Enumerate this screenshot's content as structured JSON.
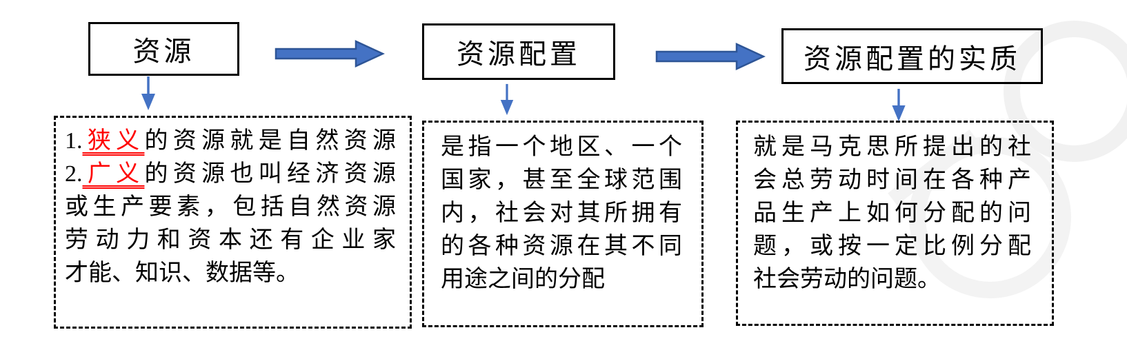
{
  "diagram": {
    "top_boxes": [
      {
        "label": "资源"
      },
      {
        "label": "资源配置"
      },
      {
        "label": "资源配置的实质"
      }
    ],
    "detail_boxes": [
      {
        "lines": [
          [
            {
              "t": "1."
            },
            {
              "t": "狭义",
              "s": "red-underline"
            },
            {
              "t": "的资源就是自然资源"
            }
          ],
          [
            {
              "t": "2."
            },
            {
              "t": "广义",
              "s": "red-underline"
            },
            {
              "t": "的资源也叫经济资源"
            }
          ],
          [
            {
              "t": "或生产要素，包括自然资源"
            }
          ],
          [
            {
              "t": "劳动力和资本还有企业家"
            }
          ],
          [
            {
              "t": "才能、知识、数据等。"
            }
          ]
        ]
      },
      {
        "lines": [
          [
            {
              "t": "是指一个地区、一个"
            }
          ],
          [
            {
              "t": "国家，甚至全球范围"
            }
          ],
          [
            {
              "t": "内，社会对其所拥有"
            }
          ],
          [
            {
              "t": "的各种资源在其不同"
            }
          ],
          [
            {
              "t": "用途之间的分配"
            }
          ]
        ]
      },
      {
        "lines": [
          [
            {
              "t": "就是马克思所提出的社"
            }
          ],
          [
            {
              "t": "会总劳动时间在各种产"
            }
          ],
          [
            {
              "t": "品生产上如何分配的问"
            }
          ],
          [
            {
              "t": "题，或按一定比例分配"
            }
          ],
          [
            {
              "t": "社会劳动的问题。"
            }
          ]
        ]
      }
    ],
    "colors": {
      "arrow_fill": "#4472C4",
      "arrow_stroke": "#2E5596",
      "down_arrow": "#4472C4",
      "red_text": "#FF0000",
      "box_border": "#000000",
      "text": "#000000",
      "watermark": "#F1F1F1",
      "background": "#FFFFFF"
    }
  }
}
